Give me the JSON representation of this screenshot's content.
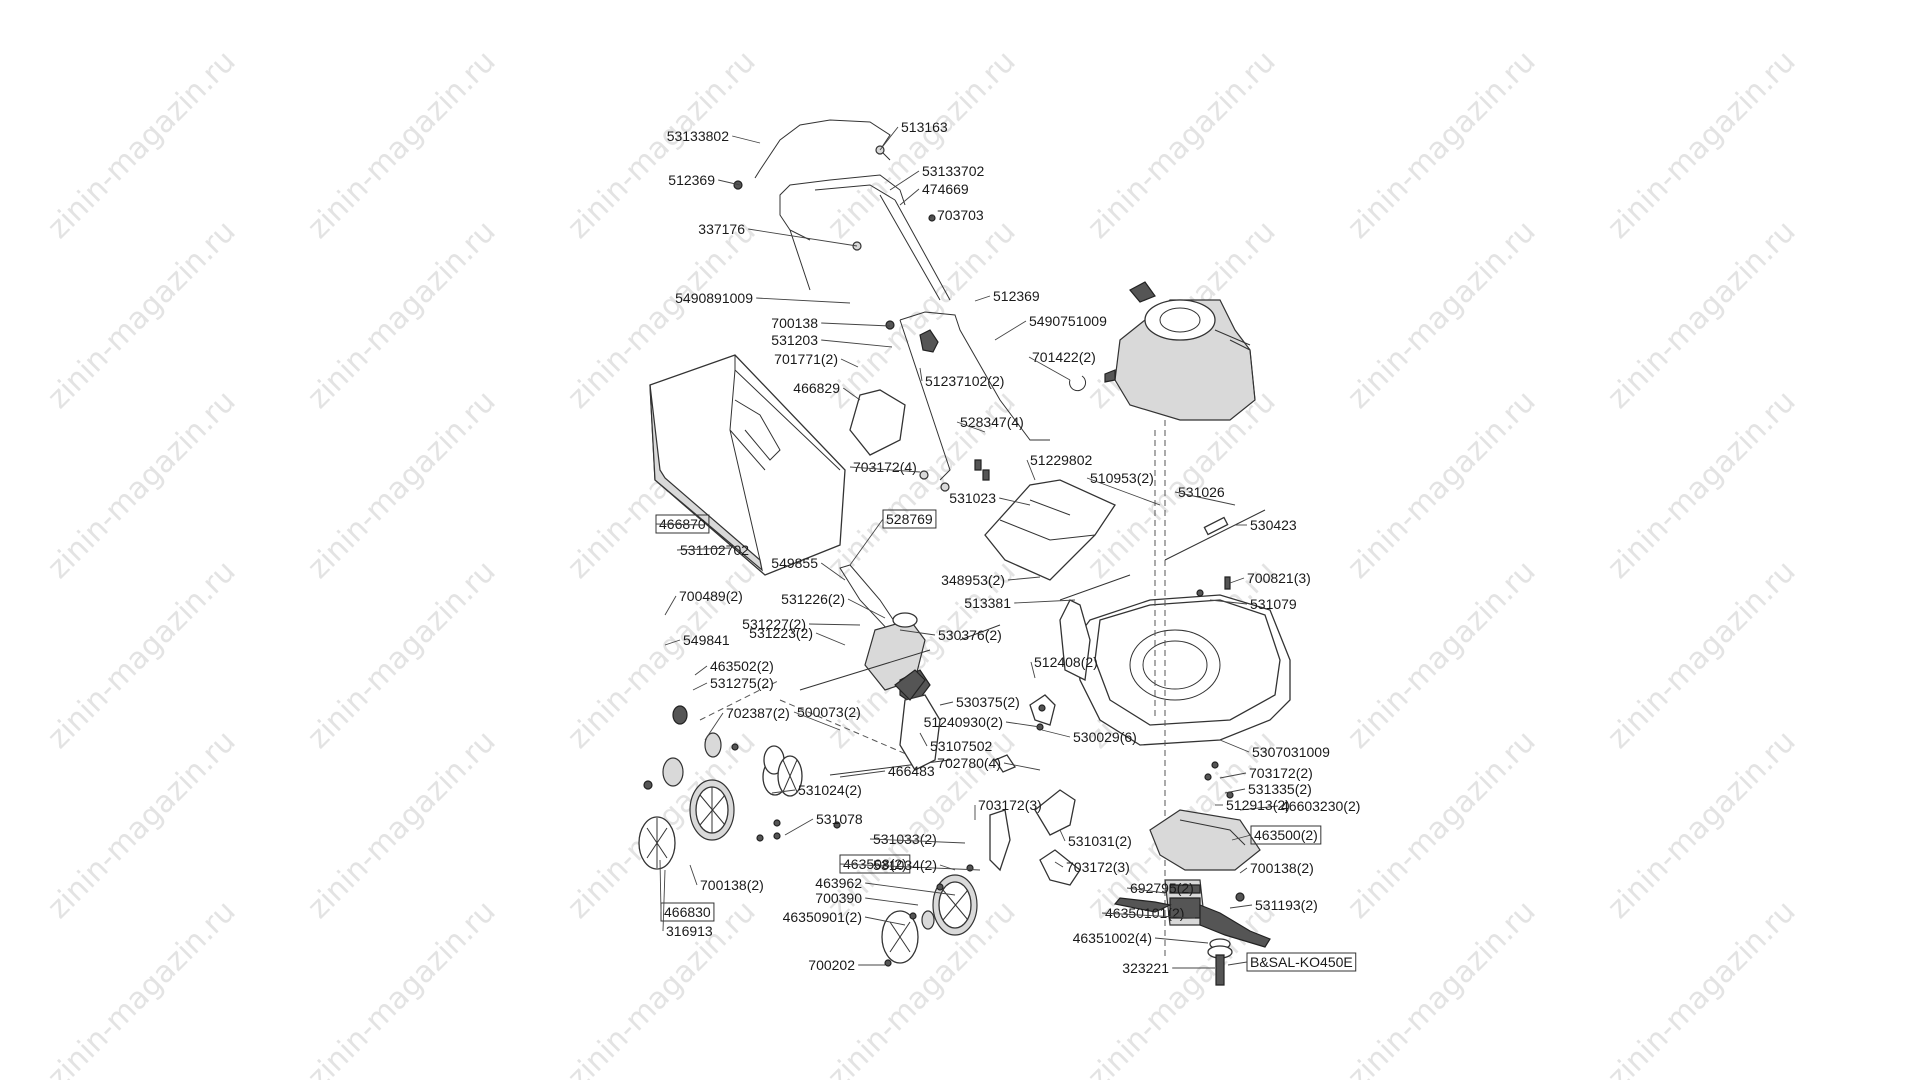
{
  "watermark": "zinin-magazin.ru",
  "labels": [
    {
      "text": "53133802"
    },
    {
      "text": "513163"
    },
    {
      "text": "512369"
    },
    {
      "text": "53133702"
    },
    {
      "text": "474669"
    },
    {
      "text": "703703"
    },
    {
      "text": "337176"
    },
    {
      "text": "5490891009"
    },
    {
      "text": "512369"
    },
    {
      "text": "700138"
    },
    {
      "text": "5490751009"
    },
    {
      "text": "531203"
    },
    {
      "text": "701771(2)"
    },
    {
      "text": "51237102(2)"
    },
    {
      "text": "701422(2)"
    },
    {
      "text": "466829"
    },
    {
      "text": "528347(4)"
    },
    {
      "text": "703172(4)"
    },
    {
      "text": "51229802"
    },
    {
      "text": "510953(2)"
    },
    {
      "text": "531026"
    },
    {
      "text": "531023"
    },
    {
      "text": "530423"
    },
    {
      "text": "466870",
      "boxed": true
    },
    {
      "text": "528769",
      "boxed": true
    },
    {
      "text": "531102702"
    },
    {
      "text": "549855"
    },
    {
      "text": "348953(2)"
    },
    {
      "text": "700821(3)"
    },
    {
      "text": "513381"
    },
    {
      "text": "531079"
    },
    {
      "text": "700489(2)"
    },
    {
      "text": "531226(2)"
    },
    {
      "text": "531227(2)"
    },
    {
      "text": "549841"
    },
    {
      "text": "531223(2)"
    },
    {
      "text": "530376(2)"
    },
    {
      "text": "463502(2)"
    },
    {
      "text": "512408(2)"
    },
    {
      "text": "531275(2)"
    },
    {
      "text": "530375(2)"
    },
    {
      "text": "702387(2)"
    },
    {
      "text": "500073(2)"
    },
    {
      "text": "51240930(2)"
    },
    {
      "text": "530029(6)"
    },
    {
      "text": "53107502"
    },
    {
      "text": "5307031009"
    },
    {
      "text": "702780(4)"
    },
    {
      "text": "466483"
    },
    {
      "text": "703172(2)"
    },
    {
      "text": "531335(2)"
    },
    {
      "text": "531024(2)"
    },
    {
      "text": "46603230(2)"
    },
    {
      "text": "703172(3)"
    },
    {
      "text": "512913(2)"
    },
    {
      "text": "531078"
    },
    {
      "text": "463500(2)",
      "boxed": true
    },
    {
      "text": "531033(2)"
    },
    {
      "text": "531031(2)"
    },
    {
      "text": "463508(2)",
      "boxed": true
    },
    {
      "text": "531034(2)"
    },
    {
      "text": "703172(3)"
    },
    {
      "text": "700138(2)"
    },
    {
      "text": "700138(2)"
    },
    {
      "text": "463962"
    },
    {
      "text": "692795(2)"
    },
    {
      "text": "700390"
    },
    {
      "text": "531193(2)"
    },
    {
      "text": "46350901(2)"
    },
    {
      "text": "466830",
      "boxed": true
    },
    {
      "text": "46350101(2)"
    },
    {
      "text": "316913"
    },
    {
      "text": "46351002(4)"
    },
    {
      "text": "700202"
    },
    {
      "text": "323221"
    },
    {
      "text": "B&SAL-KO450E",
      "boxed": true
    }
  ]
}
